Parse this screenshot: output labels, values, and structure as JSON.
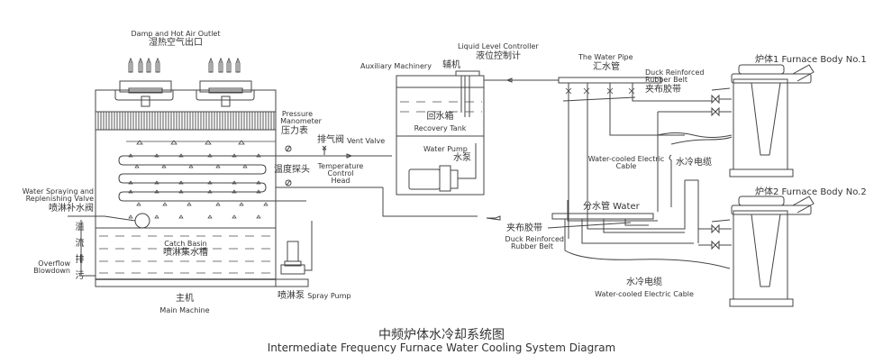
{
  "title": {
    "zh": "中频炉体水冷却系统图",
    "en": "Intermediate Frequency Furnace Water Cooling System Diagram"
  },
  "main_machine": {
    "zh": "主机",
    "en": "Main Machine",
    "air_outlet_en": "Damp and Hot Air Outlet",
    "air_outlet_zh": "湿热空气出口",
    "catch_basin_en": "Catch Basin",
    "catch_basin_zh": "喷淋集水槽",
    "valve_en_1": "Water Spraying and",
    "valve_en_2": "Replenishing Valve",
    "valve_zh": "喷淋补水阀",
    "overflow_zh": "溢流排污",
    "overflow_en_1": "Overflow",
    "overflow_en_2": "Blowdown"
  },
  "instruments": {
    "pressure_en_1": "Pressure",
    "pressure_en_2": "Manometer",
    "pressure_zh": "压力表",
    "vent_zh": "排气阀",
    "vent_en": "Vent Valve",
    "temp_zh": "温度探头",
    "temp_en_1": "Temperature",
    "temp_en_2": "Control",
    "temp_en_3": "Head"
  },
  "spray_pump": {
    "zh": "喷淋泵",
    "en": "Spray Pump"
  },
  "auxiliary": {
    "en": "Auxiliary Machinery",
    "zh": "辅机",
    "level_en": "Liquid Level Controller",
    "level_zh": "液位控制计",
    "tank_zh": "回水箱",
    "tank_en": "Recovery Tank",
    "pump_en": "Water Pump",
    "pump_zh": "水泵"
  },
  "pipes": {
    "return_en": "The Water Pipe",
    "return_zh": "汇水管",
    "belt_en_1": "Duck Reinforced",
    "belt_en_2": "Rubber Belt",
    "belt_zh": "夹布胶带",
    "split_label": "分水管 Water",
    "cable_en_1": "Water-cooled Electric",
    "cable_en_2": "Cable",
    "cable_zh": "水冷电缆",
    "cable_full_en": "Water-cooled Electric Cable"
  },
  "furnaces": [
    {
      "label": "炉体1 Furnace Body No.1"
    },
    {
      "label": "炉体2 Furnace Body No.2"
    }
  ]
}
